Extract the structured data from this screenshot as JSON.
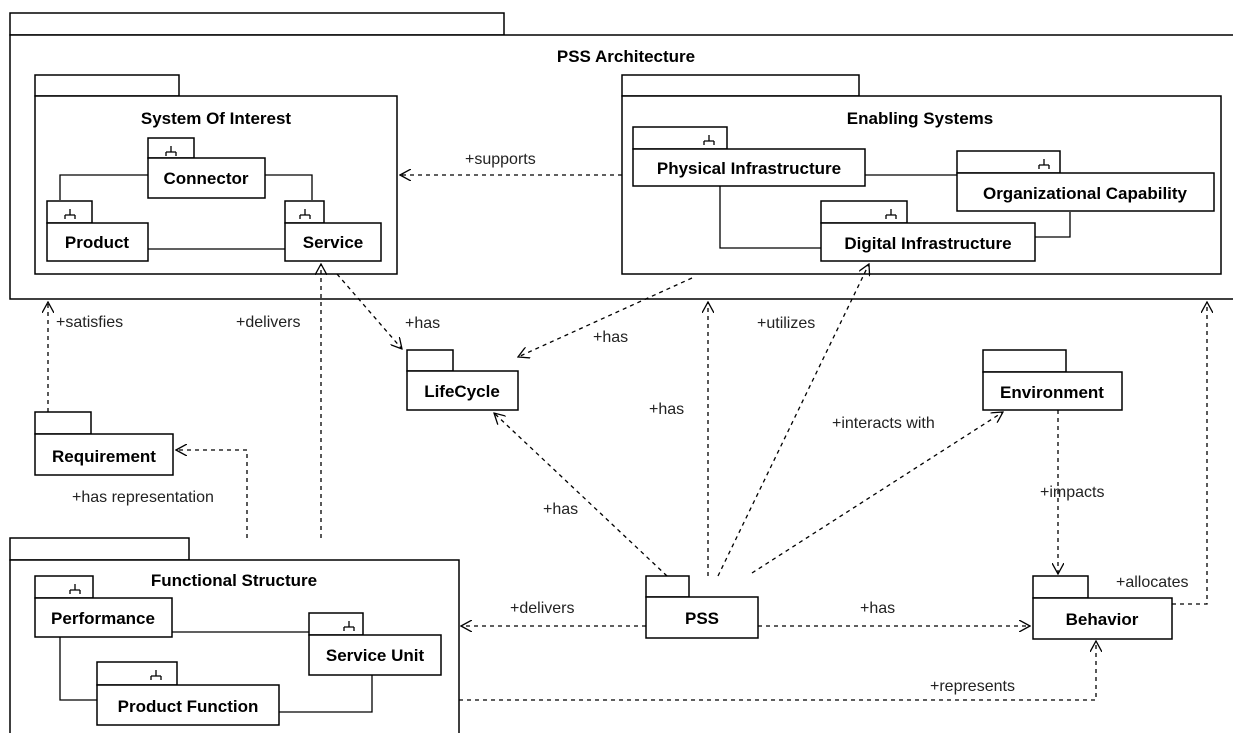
{
  "packages": {
    "pss_architecture": "PSS Architecture",
    "system_of_interest": "System Of Interest",
    "enabling_systems": "Enabling Systems",
    "connector": "Connector",
    "product": "Product",
    "service": "Service",
    "physical_infrastructure": "Physical Infrastructure",
    "organizational_capability": "Organizational Capability",
    "digital_infrastructure": "Digital Infrastructure",
    "lifecycle": "LifeCycle",
    "requirement": "Requirement",
    "environment": "Environment",
    "functional_structure": "Functional Structure",
    "performance": "Performance",
    "service_unit": "Service Unit",
    "product_function": "Product Function",
    "pss": "PSS",
    "behavior": "Behavior"
  },
  "relations": {
    "supports": "+supports",
    "satisfies": "+satisfies",
    "delivers_service": "+delivers",
    "has_soi_lifecycle": "+has",
    "has_enabling_lifecycle": "+has",
    "utilizes": "+utilizes",
    "has_pss_arch": "+has",
    "interacts_with": "+interacts with",
    "impacts": "+impacts",
    "has_representation": "+has representation",
    "has_pss_lifecycle": "+has",
    "allocates": "+allocates",
    "delivers_functional": "+delivers",
    "has_behavior": "+has",
    "represents": "+represents"
  }
}
